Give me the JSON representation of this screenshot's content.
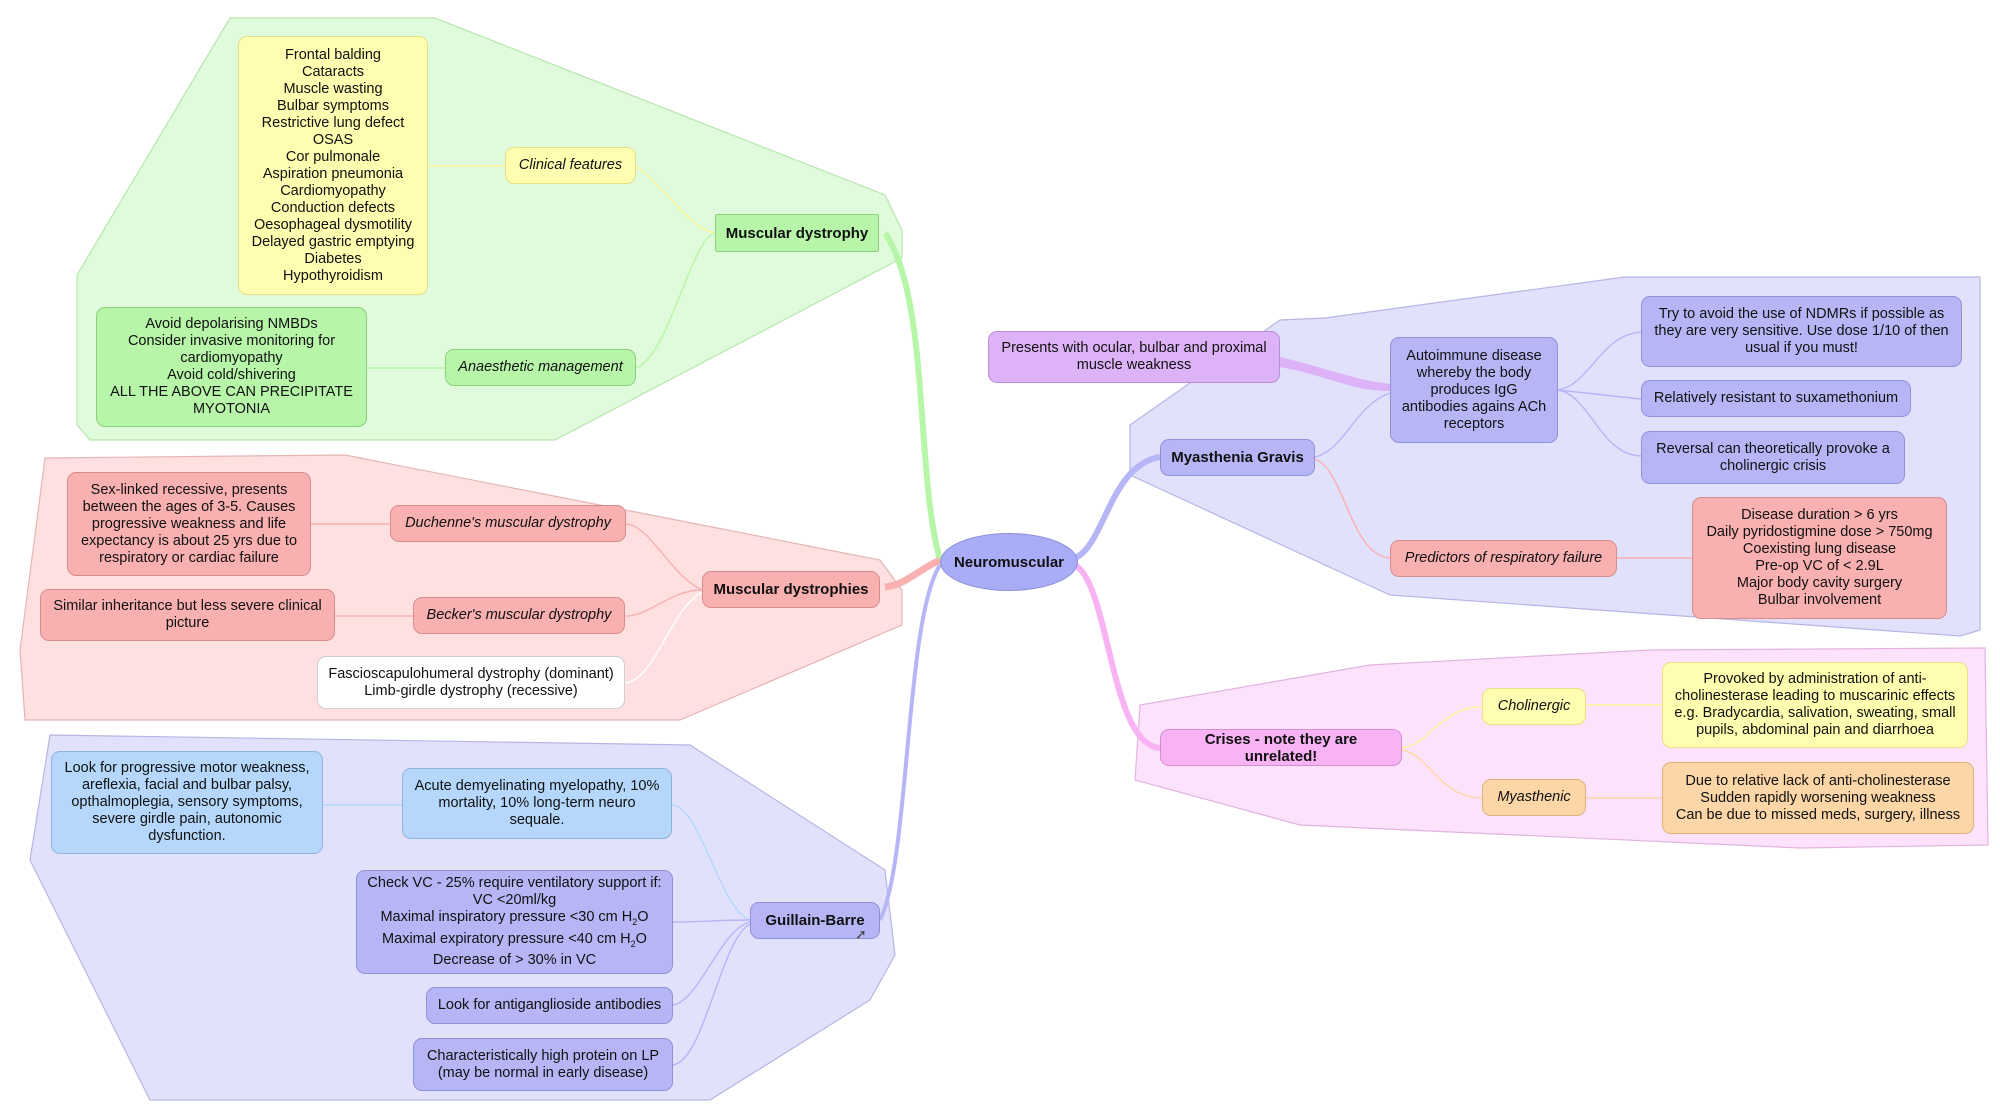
{
  "center": "Neuromuscular",
  "colors": {
    "green": "#b7f5a8",
    "red": "#f9b0b0",
    "blue": "#b4d7fb",
    "lavender": "#b6b6f7",
    "yellow": "#fffdb0",
    "purple": "#ddb2f7",
    "pink": "#f8b3f5",
    "peach": "#fcd6a6"
  },
  "muscular_dystrophy": {
    "title": "Muscular dystrophy",
    "clinical_features_label": "Clinical features",
    "clinical_features": "Frontal balding\nCataracts\nMuscle wasting\nBulbar symptoms\nRestrictive lung defect\nOSAS\nCor pulmonale\nAspiration pneumonia\nCardiomyopathy\nConduction defects\nOesophageal dysmotility\nDelayed gastric emptying\nDiabetes\nHypothyroidism",
    "anaesthetic_label": "Anaesthetic management",
    "anaesthetic": "Avoid depolarising NMBDs\nConsider invasive monitoring for cardiomyopathy\nAvoid cold/shivering\nALL THE ABOVE CAN PRECIPITATE MYOTONIA"
  },
  "muscular_dystrophies": {
    "title": "Muscular dystrophies",
    "duchenne_label": "Duchenne's muscular dystrophy",
    "duchenne": "Sex-linked recessive, presents between the ages of 3-5. Causes progressive weakness and life expectancy is about 25 yrs due to respiratory or cardiac failure",
    "becker_label": "Becker's muscular dystrophy",
    "becker": "Similar inheritance but less severe clinical picture",
    "other": "Fascioscapulohumeral dystrophy (dominant)\nLimb-girdle dystrophy (recessive)"
  },
  "guillain_barre": {
    "title": "Guillain-Barre",
    "acute": "Acute demyelinating myelopathy, 10% mortality, 10% long-term neuro sequale.",
    "look_for": "Look for progressive motor weakness, areflexia, facial and bulbar palsy, opthalmoplegia, sensory symptoms, severe girdle pain, autonomic dysfunction.",
    "vc_line1": "Check VC - 25% require ventilatory support if:",
    "vc_line2": "VC <20ml/kg",
    "vc_line3a": "Maximal inspiratory pressure <30 cm H",
    "vc_line3b": "O",
    "vc_line4a": "Maximal expiratory pressure <40 cm H",
    "vc_line4b": "O",
    "vc_sub": "2",
    "vc_line5": "Decrease of > 30% in VC",
    "antibodies": "Look for antiganglioside antibodies",
    "protein": "Characteristically high protein on LP (may be normal in early disease)"
  },
  "myasthenia": {
    "title": "Myasthenia Gravis",
    "presents": "Presents with ocular, bulbar and proximal muscle weakness",
    "autoimmune": "Autoimmune disease whereby the body produces IgG antibodies agains ACh receptors",
    "ndmr": "Try to avoid the use of NDMRs if possible as they are very sensitive. Use dose 1/10 of then usual if you must!",
    "resistant": "Relatively resistant to suxamethonium",
    "reversal": "Reversal can theoretically provoke a cholinergic crisis",
    "predictors_label": "Predictors of respiratory failure",
    "predictors": "Disease duration > 6 yrs\nDaily pyridostigmine dose > 750mg\nCoexisting lung disease\nPre-op VC of < 2.9L\nMajor body cavity surgery\nBulbar involvement"
  },
  "crises": {
    "title": "Crises - note they are unrelated!",
    "cholinergic_label": "Cholinergic",
    "cholinergic": "Provoked by administration of anti-cholinesterase leading to muscarinic effects e.g. Bradycardia, salivation, sweating, small pupils, abdominal pain and diarrhoea",
    "myasthenic_label": "Myasthenic",
    "myasthenic": "Due to relative lack of anti-cholinesterase\nSudden rapidly worsening weakness\nCan be due to missed meds, surgery, illness"
  }
}
